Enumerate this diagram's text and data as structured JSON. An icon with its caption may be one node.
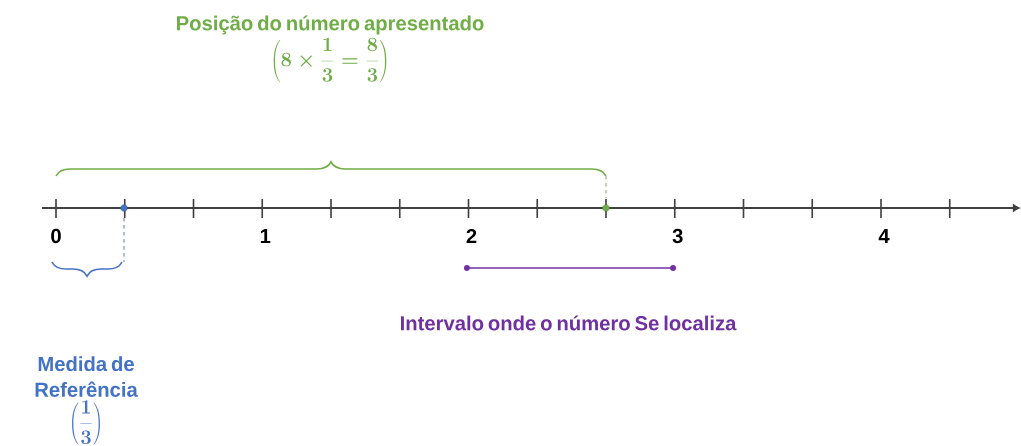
{
  "diagram": {
    "nodes": [
      {
        "text": [
          "Posição do número apresentado",
          "\\left(8\\times\\frac{1}{3}=\\frac{8}{3}\\right)"
        ]
      },
      {
        "text": [
          "Medida de Referência",
          "\\left(\\frac{1}{3}\\right)"
        ]
      },
      {
        "text": [
          "Intervalo onde o número Se localiza"
        ]
      }
    ],
    "labels": [
      "0",
      "1",
      "2",
      "3",
      "4"
    ]
  }
}
